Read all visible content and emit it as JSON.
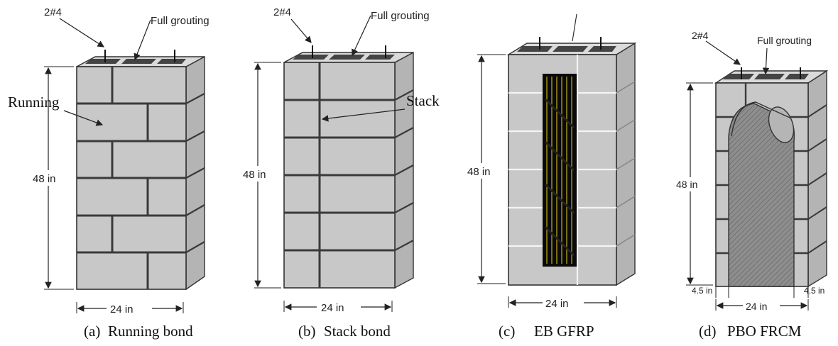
{
  "panels": [
    {
      "id": "a",
      "callouts": {
        "rebar": "2#4",
        "grout": "Full grouting",
        "pattern": "Running"
      },
      "dims": {
        "height": "48 in",
        "width": "24 in"
      },
      "caption": {
        "letter": "(a)",
        "text": "Running bond"
      }
    },
    {
      "id": "b",
      "callouts": {
        "rebar": "2#4",
        "grout": "Full grouting",
        "pattern": "Stack"
      },
      "dims": {
        "height": "48 in",
        "width": "24 in"
      },
      "caption": {
        "letter": "(b)",
        "text": "Stack bond"
      }
    },
    {
      "id": "c",
      "dims": {
        "height": "48 in",
        "width": "24 in"
      },
      "caption": {
        "letter": "(c)",
        "text": "EB GFRP"
      }
    },
    {
      "id": "d",
      "callouts": {
        "rebar": "2#4",
        "grout": "Full grouting"
      },
      "dims": {
        "height": "48 in",
        "width": "24 in",
        "left_gap": "4.5 in",
        "right_gap": "4.5 in"
      },
      "caption": {
        "letter": "(d)",
        "text": "PBO FRCM"
      }
    }
  ],
  "colors": {
    "block_face": "#c8c8c8",
    "block_side": "#b4b4b4",
    "block_top": "#dadada",
    "mortar": "#3a3a3a",
    "core": "#444444",
    "gfrp": "#0a0a0a",
    "gfrp_fiber": "#e8d21a",
    "frcm": "#8e8e8e"
  }
}
